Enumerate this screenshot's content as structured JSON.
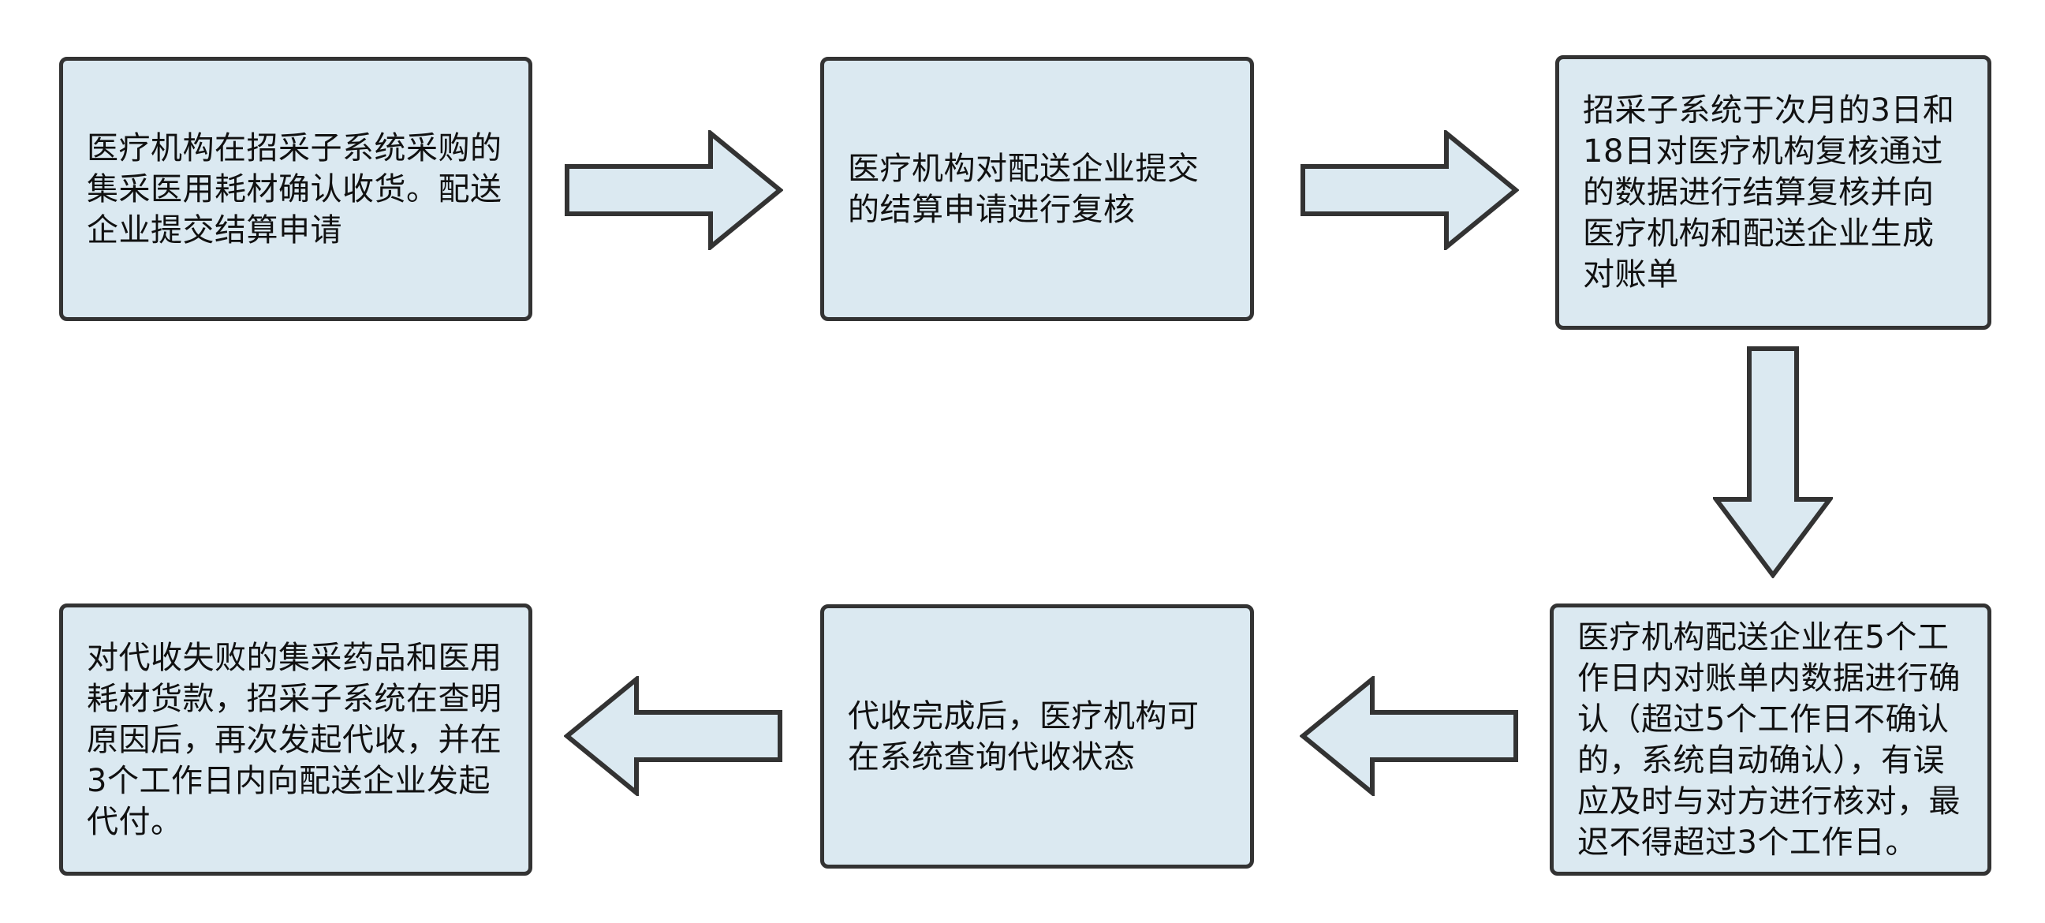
{
  "colors": {
    "background": "#ffffff",
    "box_fill": "#dbe9f1",
    "box_border": "#333333",
    "text": "#111111"
  },
  "diagram": {
    "type": "flowchart",
    "boxes": [
      {
        "id": "step-1",
        "text": "医疗机构在招采子系统采购的集采医用耗材确认收货。配送企业提交结算申请"
      },
      {
        "id": "step-2",
        "text": "医疗机构对配送企业提交的结算申请进行复核"
      },
      {
        "id": "step-3",
        "text": "招采子系统于次月的3日和18日对医疗机构复核通过的数据进行结算复核并向医疗机构和配送企业生成对账单"
      },
      {
        "id": "step-4",
        "text": "医疗机构配送企业在5个工作日内对账单内数据进行确认（超过5个工作日不确认的，系统自动确认），有误应及时与对方进行核对，最迟不得超过3个工作日。"
      },
      {
        "id": "step-5",
        "text": "代收完成后，医疗机构可在系统查询代收状态"
      },
      {
        "id": "step-6",
        "text": "对代收失败的集采药品和医用耗材货款，招采子系统在查明原因后，再次发起代收，并在3个工作日内向配送企业发起代付。"
      }
    ],
    "arrows": [
      {
        "from": "step-1",
        "to": "step-2",
        "direction": "right"
      },
      {
        "from": "step-2",
        "to": "step-3",
        "direction": "right"
      },
      {
        "from": "step-3",
        "to": "step-4",
        "direction": "down"
      },
      {
        "from": "step-4",
        "to": "step-5",
        "direction": "left"
      },
      {
        "from": "step-5",
        "to": "step-6",
        "direction": "left"
      }
    ]
  }
}
